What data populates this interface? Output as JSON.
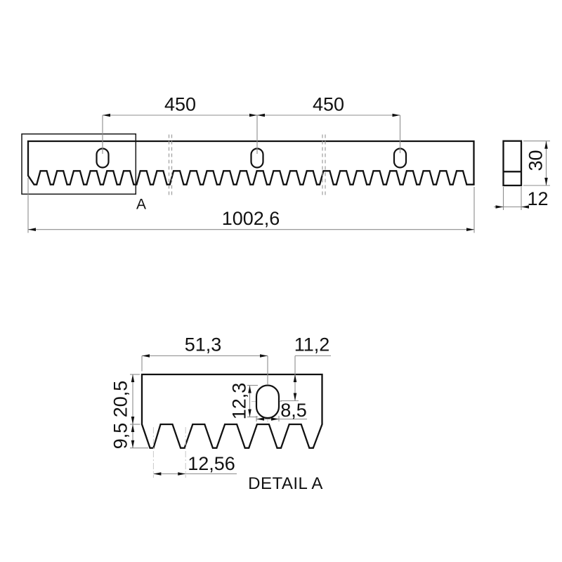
{
  "drawing": {
    "main_view": {
      "dim_span_1": "450",
      "dim_span_2": "450",
      "dim_total_length": "1002,6",
      "detail_marker": "A"
    },
    "side_view": {
      "dim_height": "30",
      "dim_thickness": "12"
    },
    "detail_view": {
      "title": "DETAIL A",
      "dim_hole_offset_x": "51,3",
      "dim_hole_offset_y": "11,2",
      "dim_slot_length": "12,3",
      "dim_slot_width": "8,5",
      "dim_body_height": "20,5",
      "dim_tooth_height": "9,5",
      "dim_tooth_pitch": "12,56"
    },
    "colors": {
      "outline": "#111111",
      "dimension_lines": "#8c8c8c",
      "background": "#ffffff"
    }
  }
}
